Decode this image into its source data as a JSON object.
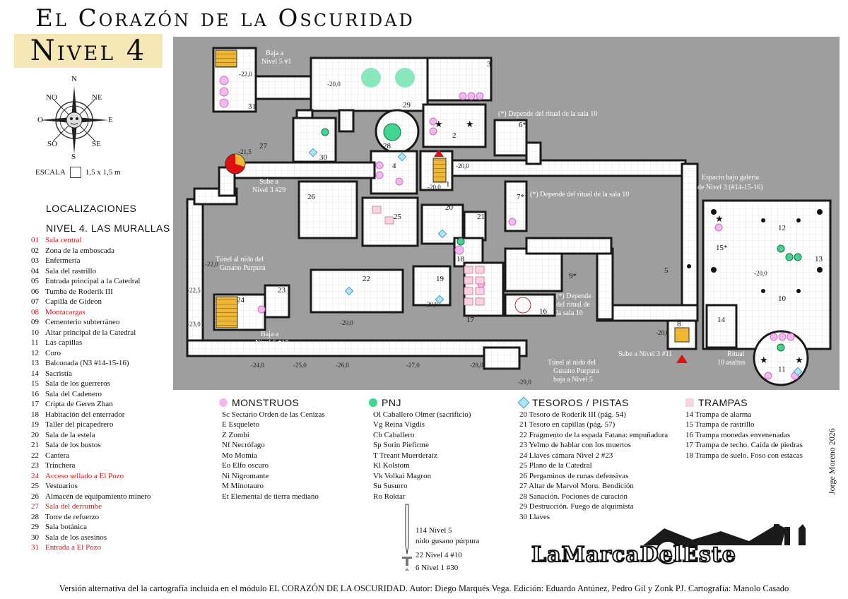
{
  "header": {
    "title": "El Corazón de la Oscuridad",
    "level": "Nivel 4"
  },
  "compass": {
    "n": "N",
    "ne": "NE",
    "e": "E",
    "se": "SE",
    "s": "S",
    "so": "SO",
    "o": "O",
    "no": "NO"
  },
  "scale": {
    "label": "ESCALA",
    "value": "1,5 x 1,5 m"
  },
  "locations": {
    "heading": "LOCALIZACIONES",
    "subheading": "NIVEL 4. LAS MURALLAS",
    "items": [
      {
        "num": "01",
        "label": "Sala central",
        "highlight": true
      },
      {
        "num": "02",
        "label": "Zona de la emboscada",
        "highlight": false
      },
      {
        "num": "03",
        "label": "Enfermería",
        "highlight": false
      },
      {
        "num": "04",
        "label": "Sala del rastrillo",
        "highlight": false
      },
      {
        "num": "05",
        "label": "Entrada principal a la Catedral",
        "highlight": false
      },
      {
        "num": "06",
        "label": "Tumba de Roderik III",
        "highlight": false
      },
      {
        "num": "07",
        "label": "Capilla de Gideon",
        "highlight": false
      },
      {
        "num": "08",
        "label": "Montacargas",
        "highlight": true
      },
      {
        "num": "09",
        "label": "Cementerio subterráneo",
        "highlight": false
      },
      {
        "num": "10",
        "label": "Altar principal de la Catedral",
        "highlight": false
      },
      {
        "num": "11",
        "label": "Las capillas",
        "highlight": false
      },
      {
        "num": "12",
        "label": "Coro",
        "highlight": false
      },
      {
        "num": "13",
        "label": "Balconada (N3 #14-15-16)",
        "highlight": false
      },
      {
        "num": "14",
        "label": "Sacristía",
        "highlight": false
      },
      {
        "num": "15",
        "label": "Sala de los guerreros",
        "highlight": false
      },
      {
        "num": "16",
        "label": "Sala del Cadenero",
        "highlight": false
      },
      {
        "num": "17",
        "label": "Cripta de Geren Zhan",
        "highlight": false
      },
      {
        "num": "18",
        "label": "Habitación del enterrador",
        "highlight": false
      },
      {
        "num": "19",
        "label": "Taller del picapedrero",
        "highlight": false
      },
      {
        "num": "20",
        "label": "Sala de la estela",
        "highlight": false
      },
      {
        "num": "21",
        "label": "Sala de los bustos",
        "highlight": false
      },
      {
        "num": "22",
        "label": "Cantera",
        "highlight": false
      },
      {
        "num": "23",
        "label": "Trinchera",
        "highlight": false
      },
      {
        "num": "24",
        "label": "Acceso sellado a El Pozo",
        "highlight": true
      },
      {
        "num": "25",
        "label": "Vestuarios",
        "highlight": false
      },
      {
        "num": "26",
        "label": "Almacén de equipamiento minero",
        "highlight": false
      },
      {
        "num": "27",
        "label": "Sala del derrumbe",
        "highlight": true
      },
      {
        "num": "28",
        "label": "Torre de refuerzo",
        "highlight": false
      },
      {
        "num": "29",
        "label": "Sala botánica",
        "highlight": false
      },
      {
        "num": "30",
        "label": "Sala de los asesinos",
        "highlight": false
      },
      {
        "num": "31",
        "label": "Entrada a El Pozo",
        "highlight": true
      }
    ]
  },
  "map_labels": {
    "baja_5_1": [
      "Baja a",
      "Nivel 5 #1"
    ],
    "sube_3_29": [
      "Sube a",
      "Nivel 3 #29"
    ],
    "tunel_izq": [
      "Túnel al nido del",
      "Gusano Purpura"
    ],
    "baja_5_17": [
      "Baja a",
      "Nivel 5 #17"
    ],
    "depende_1": "(*) Depende del ritual de la sala 10",
    "depende_2": "(*) Depende del ritual de la sala 10",
    "depende_3": [
      "(*) Depende",
      "del ritual de",
      "la sala 10"
    ],
    "espacio": [
      "Espacio bajo galería",
      "de Nivel 3 (#14-15-16)"
    ],
    "sube_3_11": "Sube a Nivel 3 #11",
    "ritual": [
      "Ritual",
      "10 asaltos"
    ],
    "tunel_der": [
      "Túnel al nido del",
      "Gusano Purpura",
      "baja a Nivel 5"
    ],
    "elevations": [
      "-20,0",
      "-22,0",
      "-21,5",
      "-22,0",
      "-22,5",
      "-23,0",
      "-24,0",
      "-25,0",
      "-26,0",
      "-27,0",
      "-28,0",
      "-29,0",
      "-20,0",
      "-20,0",
      "-20,0",
      "-20,0",
      "-20,0",
      "-20,0"
    ],
    "room_numbers": [
      "1",
      "2",
      "3",
      "4",
      "5",
      "6*",
      "7*",
      "8",
      "9*",
      "10",
      "11",
      "12",
      "13",
      "14",
      "15*",
      "16",
      "17",
      "18",
      "19",
      "20",
      "21",
      "22",
      "23",
      "24",
      "25",
      "26",
      "27",
      "28",
      "29",
      "30",
      "31"
    ]
  },
  "monstruos": {
    "title": "MONSTRUOS",
    "color": "#f4b8ee",
    "items": [
      "Sc Sectario Orden de las Cenizas",
      "E Esqueleto",
      "Z Zombi",
      "Nf Necrófago",
      "Mo Momia",
      "Eo Elfo oscuro",
      "Ni Nigromante",
      "M Minotauro",
      "Et Elemental de tierra mediano"
    ]
  },
  "pnj": {
    "title": "PNJ",
    "color": "#3fd68f",
    "items": [
      "Ol Caballero Olmer (sacrificio)",
      "Vg Reina Vigdis",
      "Cb Caballero",
      "Sp Sorin Piefirme",
      "T Treant Muerderaíz",
      "Kl Kolstom",
      "Vk Volkai Magron",
      "Su Susurro",
      "Ro Roktar"
    ]
  },
  "tesoros": {
    "title": "TESOROS / PISTAS",
    "color": "#aee3f5",
    "items": [
      "20 Tesoro de Roderik III (pág. 54)",
      "21 Tesoro en capillas (pág. 57)",
      "22 Fragmento de la espada Fatana: empuñadura",
      "23 Yelmo de hablar con los muertos",
      "24 Llaves cámara Nivel 2 #23",
      "25 Plano de la Catedral",
      "26 Pergaminos de runas defensivas",
      "27 Altar de Marvol Moru. Bendición",
      "28 Sanación. Pociones de curación",
      "29 Destrucción.  Fuego de alquimista",
      "30 Llaves"
    ]
  },
  "trampas": {
    "title": "TRAMPAS",
    "color": "#f8d4e0",
    "items": [
      "14 Trampa de alarma",
      "15 Trampa de rastrillo",
      "16 Trampa monedas envenenadas",
      "17 Trampa de techo. Caída de piedras",
      "18 Trampa de suelo. Foso con estacas"
    ]
  },
  "scale_ref": {
    "worm": [
      "114 Nivel 5",
      "nido gusano púrpura"
    ],
    "mid": "22  Nivel 4 #10",
    "small": "6  Nivel 1 #30"
  },
  "brand": {
    "text": "LaMarcaDelEste",
    "die": "20"
  },
  "author": "Jorge Moreno 2026",
  "credit": "Versión alternativa del la cartografía incluida en el módulo EL CORAZÓN DE LA OSCURIDAD. Autor: Diego Marqués Vega. Edición: Eduardo Antúnez, Pedro Gil y Zonk PJ. Cartografía: Manolo Casado"
}
